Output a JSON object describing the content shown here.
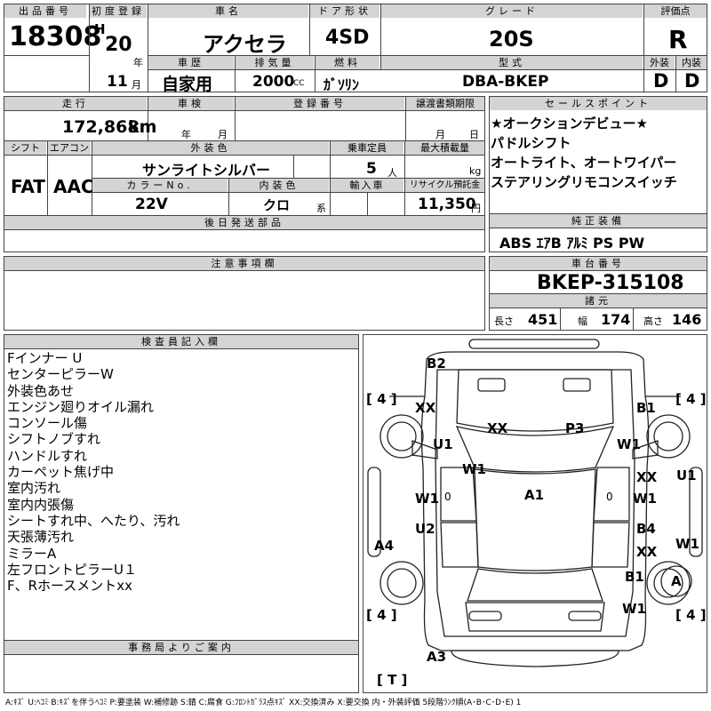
{
  "header": {
    "lot_no_label": "出品番号",
    "lot_no": "18308",
    "reg_label": "初度登録",
    "era": "H",
    "year": "20",
    "year_unit": "年",
    "month": "11",
    "month_unit": "月",
    "model_label": "車名",
    "model": "アクセラ",
    "door_label": "ドア形状",
    "door": "4SD",
    "grade_label": "グレード",
    "grade": "20S",
    "score_label": "評価点",
    "score": "R",
    "history_label": "車歴",
    "history": "自家用",
    "displacement_label": "排気量",
    "displacement": "2000",
    "displacement_unit": "CC",
    "fuel_label": "燃料",
    "fuel": "ｶﾞｿﾘﾝ",
    "type_label": "型式",
    "type_code": "DBA-BKEP",
    "ext_label": "外装",
    "ext_score": "D",
    "int_label": "内装",
    "int_score": "D"
  },
  "row2": {
    "mileage_label": "走行",
    "mileage": "172,868",
    "mileage_unit": "km",
    "inspection_label": "車検",
    "insp_year_unit": "年",
    "insp_month_unit": "月",
    "plate_label": "登録番号",
    "transfer_label": "譲渡書類期限",
    "transfer_month_unit": "月",
    "transfer_day_unit": "日",
    "shift_label": "シフト",
    "shift": "FAT",
    "ac_label": "エアコン",
    "ac": "AAC",
    "color_label": "外装色",
    "color": "サンライトシルバー",
    "seats_label": "乗車定員",
    "seats": "5",
    "seats_unit": "人",
    "load_label": "最大積載量",
    "load_unit": "kg",
    "color_no_label": "カラーNo.",
    "color_no": "22V",
    "interior_label": "内装色",
    "interior": "クロ",
    "interior_unit": "系",
    "import_label": "輸入車",
    "recycle_label": "リサイクル預託金",
    "recycle": "11,350",
    "recycle_unit": "円",
    "parts_label": "後日発送部品"
  },
  "sales": {
    "label": "セールスポイント",
    "lines": [
      "★オークションデビュー★",
      "パドルシフト",
      "オートライト、オートワイパー",
      "ステアリングリモコンスイッチ"
    ]
  },
  "equipment": {
    "label": "純正装備",
    "items": "ABS ｴｱB ｱﾙﾐ PS PW"
  },
  "caution": {
    "label": "注意事項欄"
  },
  "chassis": {
    "label": "車台番号",
    "number": "BKEP-315108",
    "dims_label": "諸元",
    "length_label": "長さ",
    "length": "451",
    "width_label": "幅",
    "width": "174",
    "height_label": "高さ",
    "height": "146"
  },
  "inspector": {
    "label": "検査員記入欄",
    "lines": [
      "Fインナー U",
      "センターピラーW",
      "外装色あせ",
      "エンジン廻りオイル漏れ",
      "コンソール傷",
      "シフトノブすれ",
      "ハンドルすれ",
      "カーペット焦げ中",
      "室内汚れ",
      "室内内張傷",
      "シートすれ中、へたり、汚れ",
      "天張薄汚れ",
      "ミラーA",
      "左フロントピラーU１",
      "F、Rホースメントxx"
    ]
  },
  "office": {
    "label": "事務局よりご案内"
  },
  "diagram": {
    "marks": {
      "b2": "B2",
      "xx_fl": "XX",
      "b1_fr": "B1",
      "u1_l": "U1",
      "xx_hood": "XX",
      "p3": "P3",
      "w1_r": "W1",
      "w1_cl": "W1",
      "xx_r": "XX",
      "u1_rr": "U1",
      "w1_ld": "W1",
      "zero_l": "0",
      "a1": "A1",
      "zero_r": "0",
      "w1_rd": "W1",
      "u2": "U2",
      "b4": "B4",
      "a4": "A4",
      "xx_r2": "XX",
      "w1_rr": "W1",
      "b1_rr": "B1",
      "a_circle": "A",
      "w1_rb": "W1",
      "a3": "A3",
      "tire_fl": "4",
      "tire_fr": "4",
      "tire_rl": "4",
      "tire_rr": "4",
      "spare": "T"
    }
  },
  "legend": "A:ｷｽﾞ U:ﾍｺﾐ B:ｷｽﾞを伴うﾍｺﾐ P:要塗装 W:補修跡 S:錆 C:腐食 G:ﾌﾛﾝﾄｶﾞﾗｽ点ｷｽﾞ XX:交換済み X:要交換 内・外装評価 5段階ﾗﾝｸ順(A･B･C･D･E) 1"
}
